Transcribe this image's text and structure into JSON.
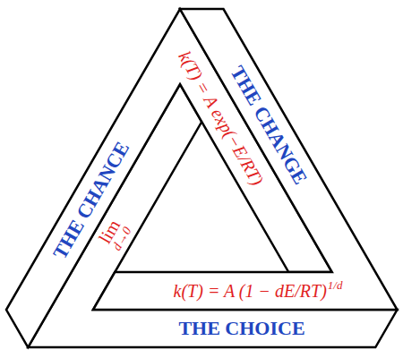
{
  "diagram": {
    "labels": [
      "THE CHANCE",
      "THE CHANGE",
      "THE CHOICE",
      "k(T) = A exp(−E/RT)",
      "k(T) = A (1 − dE/RT)",
      "1/d",
      "lim",
      "d→0"
    ]
  }
}
